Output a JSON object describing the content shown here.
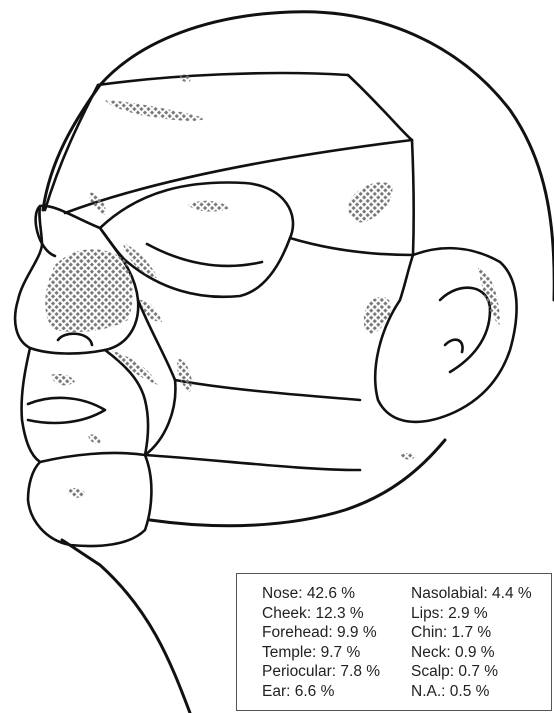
{
  "legend": {
    "left_column": [
      {
        "label": "Nose",
        "value": "42.6 %"
      },
      {
        "label": "Cheek",
        "value": "12.3 %"
      },
      {
        "label": "Forehead",
        "value": "9.9 %"
      },
      {
        "label": "Temple",
        "value": "9.7 %"
      },
      {
        "label": "Periocular",
        "value": "7.8 %"
      },
      {
        "label": "Ear",
        "value": "6.6 %"
      }
    ],
    "right_column": [
      {
        "label": "Nasolabial",
        "value": "4.4 %"
      },
      {
        "label": "Lips",
        "value": "2.9 %"
      },
      {
        "label": "Chin",
        "value": "1.7 %"
      },
      {
        "label": "Neck",
        "value": "0.9 %"
      },
      {
        "label": "Scalp",
        "value": "0.7 %"
      },
      {
        "label": "N.A.",
        "value": "0.5 %"
      }
    ]
  },
  "colors": {
    "outline": "#111111",
    "lesion_dots": "#777777"
  }
}
